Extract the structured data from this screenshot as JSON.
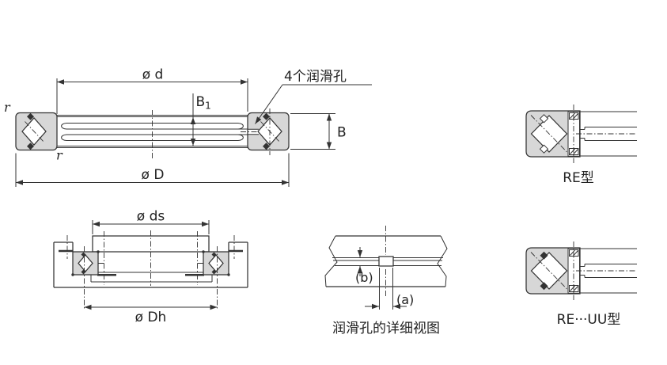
{
  "colors": {
    "line": "#333333",
    "gray": "#d7d7d7",
    "bg": "#ffffff",
    "text": "#222222"
  },
  "figure_main": {
    "dim_d": "ø d",
    "dim_B1_base": "B",
    "dim_B1_sub": "1",
    "dim_B": "B",
    "dim_D": "ø D",
    "r_outer": "r",
    "r_inner": "r",
    "lube_holes_note": "4个润滑孔"
  },
  "figure_mount": {
    "dim_ds": "ø ds",
    "dim_Dh": "ø Dh"
  },
  "figure_detail": {
    "dim_b": "(b)",
    "dim_a": "(a)",
    "caption": "润滑孔的详细视图"
  },
  "figure_re": {
    "label": "RE型"
  },
  "figure_reuu": {
    "label": "RE···UU型"
  }
}
